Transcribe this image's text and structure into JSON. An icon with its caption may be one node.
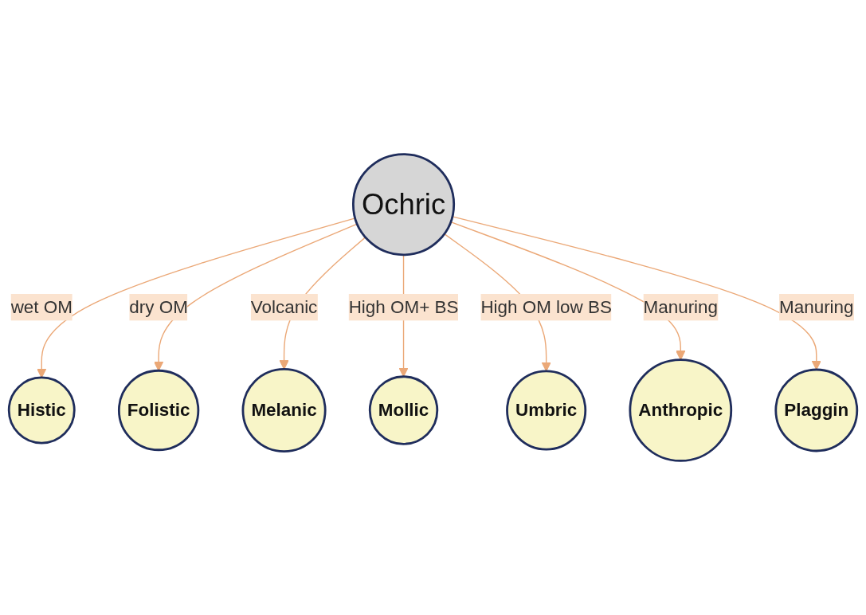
{
  "diagram": {
    "nodes": [
      {
        "text": [
          "Histic"
        ]
      },
      {
        "text": [
          "Plaggin"
        ]
      },
      {
        "text": [
          "Folistic"
        ]
      },
      {
        "text": [
          "Ochric"
        ]
      },
      {
        "text": [
          "Anthropic"
        ]
      },
      {
        "text": [
          "Melanic"
        ]
      },
      {
        "text": [
          "Mollic"
        ]
      },
      {
        "text": [
          "Umbric"
        ]
      }
    ],
    "edges": [
      {
        "from": 3,
        "to": 0,
        "arrow": "to",
        "label": "wet OM"
      },
      {
        "from": 3,
        "to": 2,
        "arrow": "to",
        "label": "dry OM"
      },
      {
        "from": 3,
        "to": 5,
        "arrow": "to",
        "label": "Volcanic"
      },
      {
        "from": 3,
        "to": 6,
        "arrow": "to",
        "label": "High OM+ BS"
      },
      {
        "from": 3,
        "to": 7,
        "arrow": "to",
        "label": "High OM low BS"
      },
      {
        "from": 3,
        "to": 4,
        "arrow": "to",
        "label": "Manuring"
      },
      {
        "from": 3,
        "to": 1,
        "arrow": "to",
        "label": "Manuring"
      }
    ]
  }
}
